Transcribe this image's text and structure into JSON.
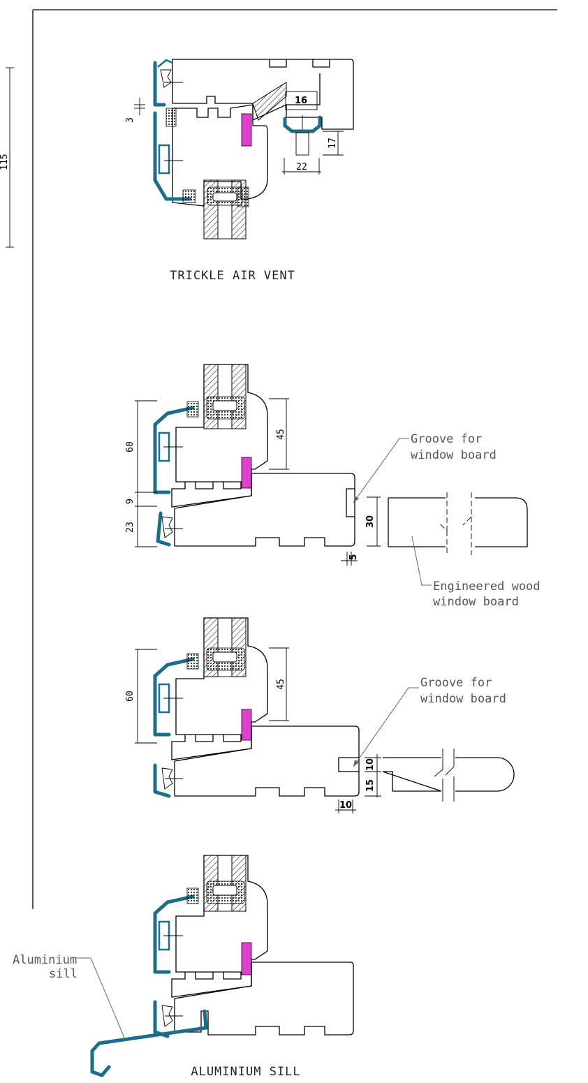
{
  "labels": {
    "trickle": "TRICKLE AIR VENT",
    "alu_sill": "ALUMINIUM  SILL",
    "groove1_a": "Groove for",
    "groove1_b": "window board",
    "groove2_a": "Groove for",
    "groove2_b": "window board",
    "eng_a": "Engineered wood",
    "eng_b": "window board",
    "alu_a": "Aluminium",
    "alu_b": "sill"
  },
  "dims": {
    "d115": "115",
    "d3": "3",
    "d16": "16",
    "d17": "17",
    "d22": "22",
    "d60a": "60",
    "d45a": "45",
    "d9": "9",
    "d23": "23",
    "d30": "30",
    "d5": "5",
    "d60b": "60",
    "d45b": "45",
    "d15": "15",
    "d10a": "10",
    "d10b": "10"
  },
  "colors": {
    "aluminium": "#1c6d8c",
    "gasket": "#e040d0",
    "line": "#000000"
  }
}
